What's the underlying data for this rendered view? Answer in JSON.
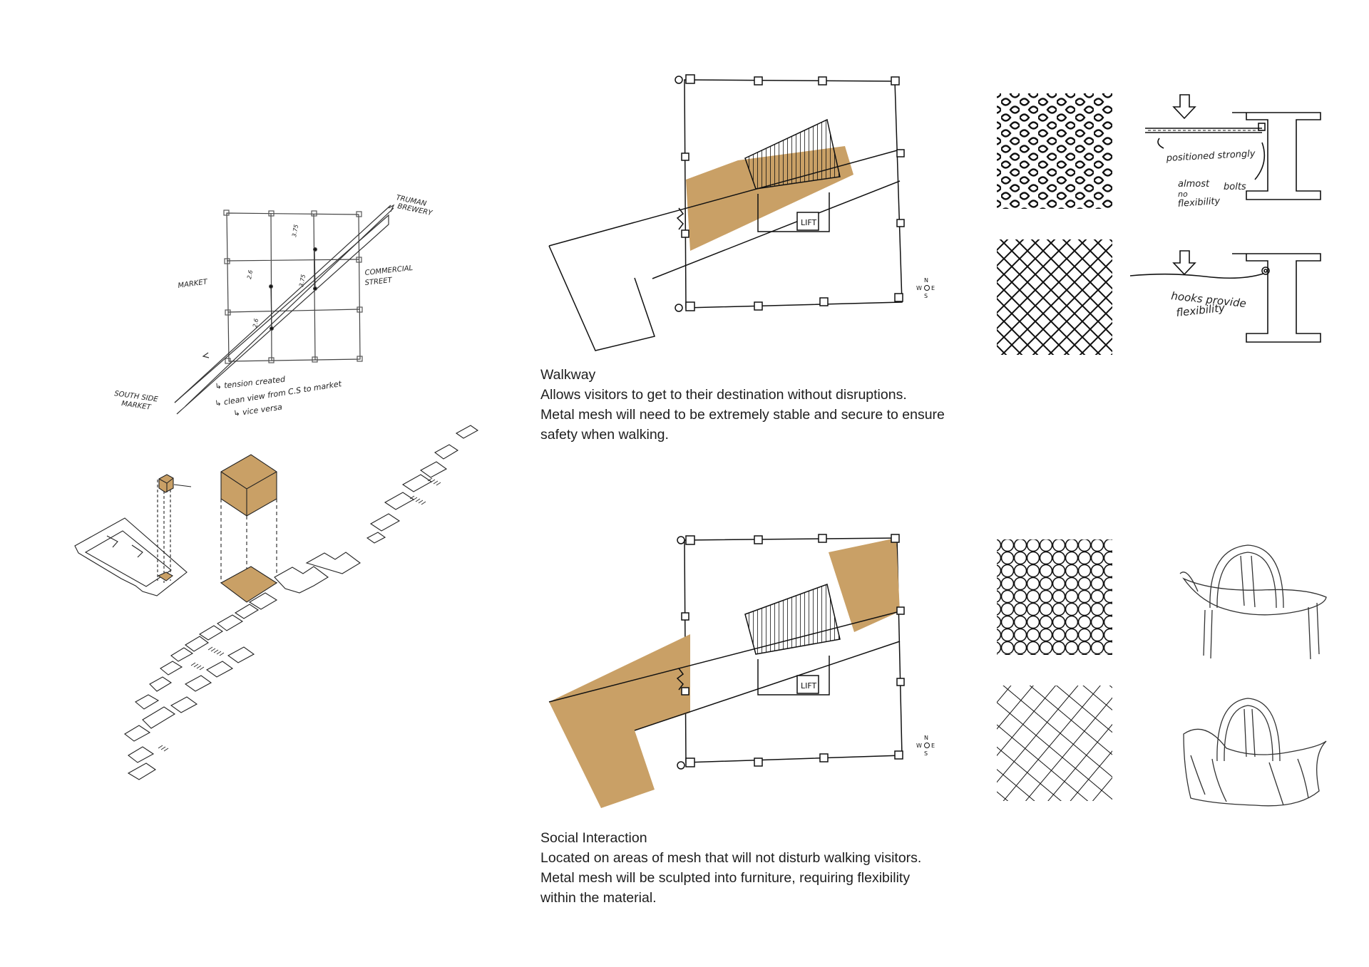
{
  "sketch_labels": {
    "truman_brewery": [
      "TRUMAN",
      "BREWERY"
    ],
    "market": "MARKET",
    "commercial_street": [
      "COMMERCIAL",
      "STREET"
    ],
    "south_side_market": [
      "SOUTH SIDE",
      "MARKET"
    ],
    "notes": [
      "↳ tension created",
      "↳ clean view from C.S to market",
      "↳ vice versa"
    ],
    "dims": [
      "3.75",
      "2.6",
      "3.75",
      "2.6"
    ]
  },
  "plans": {
    "lift_label": "LIFT",
    "compass": {
      "n": "N",
      "w": "W",
      "e": "E",
      "s": "S"
    }
  },
  "walkway": {
    "title": "Walkway",
    "lines": [
      "Allows visitors to get to their destination without disruptions.",
      "Metal mesh will need to be extremely stable and secure to ensure",
      "safety when walking."
    ]
  },
  "social": {
    "title": "Social Interaction",
    "lines": [
      "Located on areas of mesh that will not disturb walking visitors.",
      "Metal mesh will be sculpted into furniture, requiring flexibility",
      "within the material."
    ]
  },
  "detail_labels": {
    "positioned": "positioned strongly",
    "almost": [
      "almost",
      "no",
      "flexibility"
    ],
    "bolts": "bolts",
    "hooks": [
      "hooks provide",
      "flexibility"
    ]
  },
  "colors": {
    "accent": "#C9A066",
    "ink": "#1a1a1a"
  }
}
